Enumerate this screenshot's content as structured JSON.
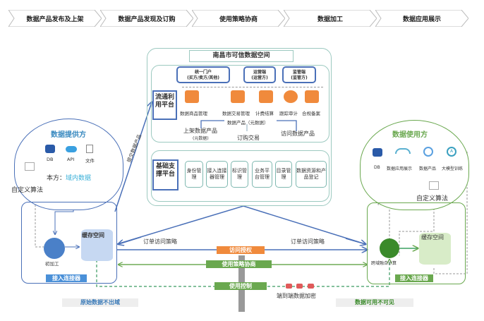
{
  "steps": [
    "数据产品发布及上架",
    "数据产品发现及订购",
    "使用策略协商",
    "数据加工",
    "数据应用展示"
  ],
  "space": {
    "title": "南昌市可信数据空间",
    "roles": [
      {
        "name": "统一门户",
        "sub": "(买方/卖方/其他)"
      },
      {
        "name": "运营端",
        "sub": "(运营方)"
      },
      {
        "name": "监管端",
        "sub": "(监管方)"
      }
    ],
    "circulation": {
      "platform": "流通利用平台",
      "functions": [
        "数据商品管理",
        "数据交易管理",
        "计费结算",
        "跟踪审计",
        "合规备案"
      ],
      "product_meta": "数据产品（元数据）",
      "list_product": "上架数据产品",
      "list_product_sub": "(元数据)",
      "order": "订购交易",
      "access_product": "访问数据产品"
    },
    "support": {
      "platform": "基础支撑平台",
      "modules": [
        "身份管理",
        "接入连接器管理",
        "标识管理",
        "业务平台管理",
        "目录管理",
        "数据资源和产品登记"
      ]
    }
  },
  "provider": {
    "title": "数据提供方",
    "sources": [
      "DB",
      "API",
      "文件"
    ],
    "local_label": "本方：",
    "local_value": "域内数据",
    "algo": "自定义算法",
    "preprocess": "初加工",
    "cache": "缓存空间",
    "connector": "接入连接器",
    "submit": "提交数据产品",
    "note": "原始数据不出域"
  },
  "consumer": {
    "title": "数据使用方",
    "apps": [
      "DB",
      "数据应用展示",
      "数据产品",
      "大模型训练"
    ],
    "algo": "自定义算法",
    "compute": "跨域融合计算",
    "cache": "缓存空间",
    "connector": "接入连接器",
    "note": "数据可用不可见"
  },
  "flows": {
    "order_policy_left": "订单访问策略",
    "order_policy_right": "订单访问策略",
    "access_auth": "访问授权",
    "policy_negotiation": "使用策略协商",
    "usage_control": "使用控制",
    "encryption": "端到端数据加密"
  },
  "colors": {
    "blue": "#4a70b8",
    "green": "#6aa84f",
    "orange": "#f08a3c",
    "teal": "#7fb8b0"
  }
}
